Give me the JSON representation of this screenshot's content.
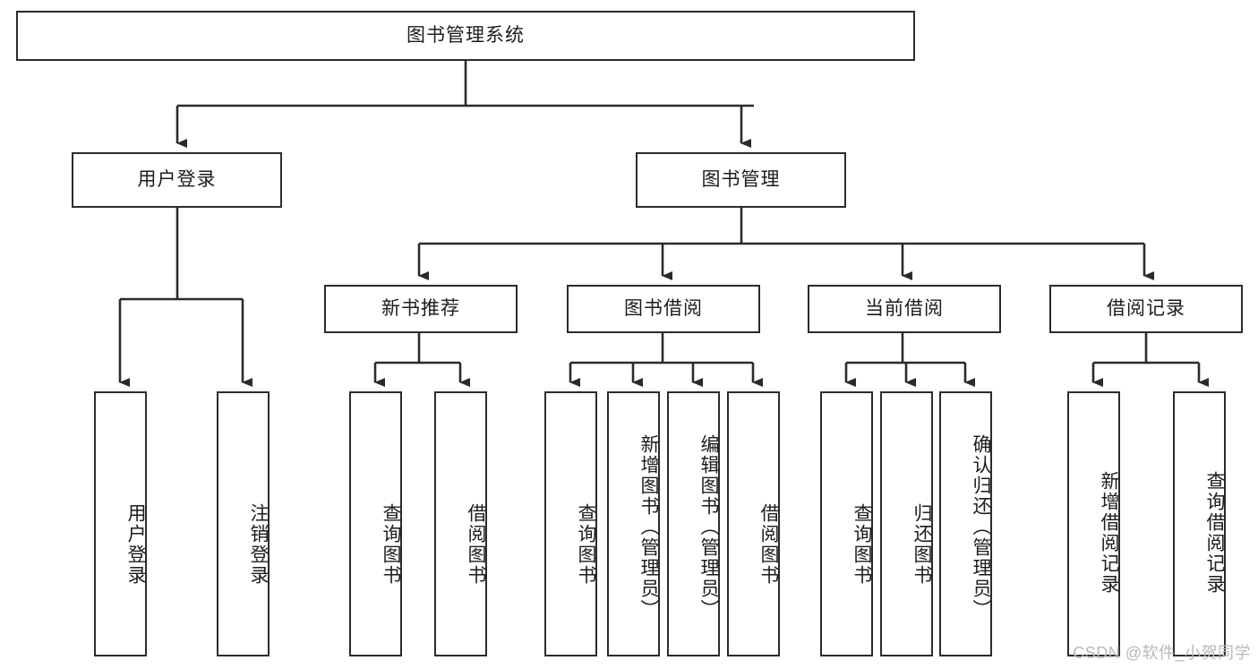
{
  "diagram": {
    "title": "图书管理系统",
    "type": "tree-hierarchy",
    "root": {
      "id": "root",
      "label": "图书管理系统"
    },
    "level2": [
      {
        "id": "user-login",
        "label": "用户登录"
      },
      {
        "id": "book-manage",
        "label": "图书管理"
      }
    ],
    "level3": [
      {
        "id": "new-book-rec",
        "label": "新书推荐",
        "parent": "book-manage"
      },
      {
        "id": "book-borrow",
        "label": "图书借阅",
        "parent": "book-manage"
      },
      {
        "id": "current-borrow",
        "label": "当前借阅",
        "parent": "book-manage"
      },
      {
        "id": "borrow-record",
        "label": "借阅记录",
        "parent": "book-manage"
      }
    ],
    "leaves": [
      {
        "id": "leaf-user-login",
        "label": "用户登录",
        "parent": "user-login"
      },
      {
        "id": "leaf-logout-login",
        "label": "注销登录",
        "parent": "user-login"
      },
      {
        "id": "leaf-query-book-1",
        "label": "查询图书",
        "parent": "new-book-rec"
      },
      {
        "id": "leaf-borrow-book-1",
        "label": "借阅图书",
        "parent": "new-book-rec"
      },
      {
        "id": "leaf-query-book-2",
        "label": "查询图书",
        "parent": "book-borrow"
      },
      {
        "id": "leaf-add-book",
        "label": "新增图书（管理员）",
        "parent": "book-borrow"
      },
      {
        "id": "leaf-edit-book",
        "label": "编辑图书（管理员）",
        "parent": "book-borrow"
      },
      {
        "id": "leaf-borrow-book-2",
        "label": "借阅图书",
        "parent": "book-borrow"
      },
      {
        "id": "leaf-query-book-3",
        "label": "查询图书",
        "parent": "current-borrow"
      },
      {
        "id": "leaf-return-book",
        "label": "归还图书",
        "parent": "current-borrow"
      },
      {
        "id": "leaf-confirm-return",
        "label": "确认归还（管理员）",
        "parent": "current-borrow"
      },
      {
        "id": "leaf-add-record",
        "label": "新增借阅记录",
        "parent": "borrow-record"
      },
      {
        "id": "leaf-query-record",
        "label": "查询借阅记录",
        "parent": "borrow-record"
      }
    ],
    "watermark": "CSDN @软件_小贺同学",
    "colors": {
      "box_border": "#2b2b2b",
      "box_fill": "#ffffff",
      "connector": "#2b2b2b",
      "text": "#1c1c1c",
      "watermark": "#b9b9b9",
      "background": "#ffffff"
    }
  }
}
